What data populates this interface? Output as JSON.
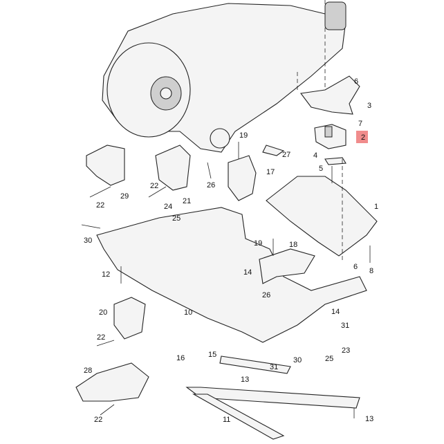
{
  "diagram": {
    "highlight_color": "#f08c8c",
    "highlighted_part": "2",
    "part_labels": [
      "6",
      "3",
      "7",
      "2",
      "4",
      "5",
      "19",
      "27",
      "17",
      "26",
      "29",
      "22",
      "22",
      "21",
      "24",
      "25",
      "30",
      "1",
      "19",
      "18",
      "14",
      "6",
      "8",
      "12",
      "10",
      "26",
      "14",
      "31",
      "20",
      "22",
      "23",
      "30",
      "25",
      "31",
      "15",
      "16",
      "13",
      "28",
      "22",
      "11",
      "13"
    ]
  }
}
